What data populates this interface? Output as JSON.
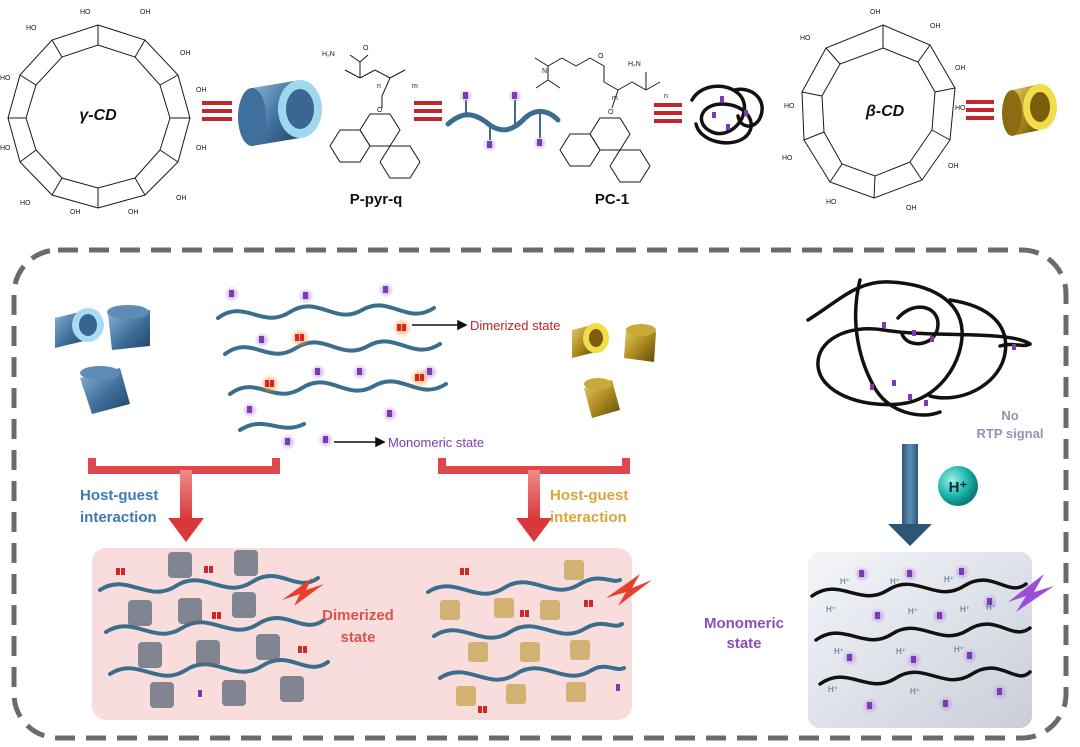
{
  "top_row": {
    "gamma_cd": "γ-CD",
    "ppyrq": "P-pyr-q",
    "pc1": "PC-1",
    "beta_cd": "β-CD"
  },
  "panel": {
    "dimerized_arrow_label": "Dimerized state",
    "monomeric_arrow_label": "Monomeric state",
    "host_guest_left": [
      "Host-guest",
      "interaction"
    ],
    "host_guest_right": [
      "Host-guest",
      "interaction"
    ],
    "dimerized_result": [
      "Dimerized",
      "state"
    ],
    "no_rtp": [
      "No",
      "RTP signal"
    ],
    "proton": "H⁺",
    "monomeric_result": [
      "Monomeric",
      "state"
    ]
  },
  "colors": {
    "gamma_cd_ring": "#4a7aa8",
    "beta_cd_ring": "#b89a2a",
    "polymer_chain": "#3b6d8c",
    "pyrene_unit": "#7a3db0",
    "dimer_unit": "#d2262b",
    "equivalence_bars": "#c1272d",
    "left_label": "#3e7ab5",
    "right_label": "#d9a43a",
    "dimerized_label": "#d9534f",
    "monomeric_label": "#8a4fb8",
    "no_rtp_label": "#9a8fb0"
  }
}
